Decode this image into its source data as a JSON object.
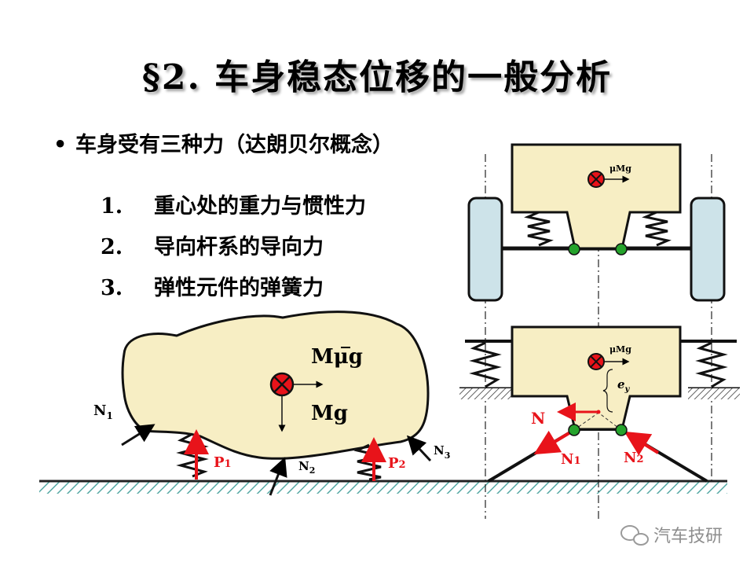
{
  "title": "§2. 车身稳态位移的一般分析",
  "bullet": "车身受有三种力（达朗贝尔概念）",
  "items": [
    {
      "num": "1.",
      "text": "重心处的重力与惯性力"
    },
    {
      "num": "2.",
      "text": "导向杆系的导向力"
    },
    {
      "num": "3.",
      "text": "弹性元件的弹簧力"
    }
  ],
  "left_diagram": {
    "inertia_label": "Mμg",
    "gravity_label": "Mg",
    "n1": "N",
    "n1_sub": "1",
    "n2": "N",
    "n2_sub": "2",
    "n3": "N",
    "n3_sub": "3",
    "p1": "P",
    "p1_sub": "1",
    "p2": "P",
    "p2_sub": "2"
  },
  "right_top": {
    "force_label": "μMg"
  },
  "right_bottom": {
    "force_label": "μMg",
    "ey": "e",
    "ey_sub": "y",
    "n": "N",
    "n1": "N",
    "n1_sub": "1",
    "n2": "N",
    "n2_sub": "2"
  },
  "watermark": "汽车技研",
  "colors": {
    "body_fill": "#f7eec4",
    "wheel_fill": "#cde3e9",
    "ground_hatch": "#56a9a5",
    "red": "#e8131a",
    "green": "#25a32c"
  }
}
